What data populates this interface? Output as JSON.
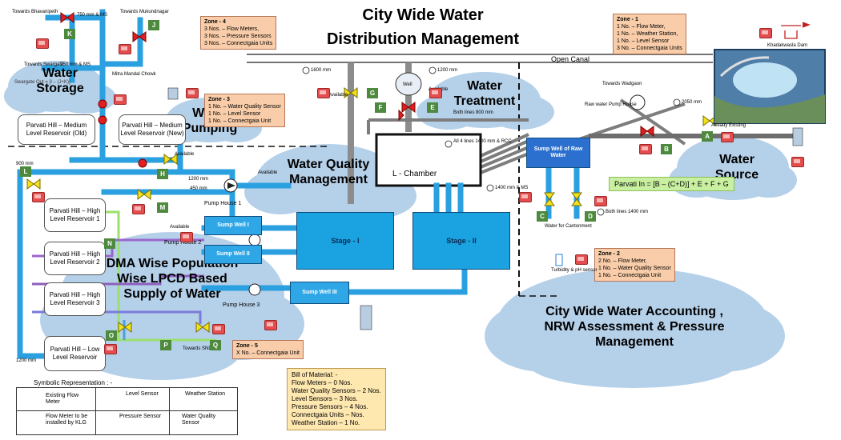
{
  "title": {
    "line1": "City Wide Water",
    "line2": "Distribution Management"
  },
  "clouds": {
    "water_storage": "Water Storage",
    "water_pumping": "Water Pumping",
    "water_treatment": "Water Treatment",
    "water_quality": "Water Quality Management",
    "water_source": "Water Source",
    "dma": "DMA Wise Population Wise LPCD Based Supply of Water",
    "accounting": "City Wide Water Accounting , NRW Assessment & Pressure Management"
  },
  "zones": {
    "zone4": {
      "title": "Zone - 4",
      "lines": [
        "3 Nos. – Flow Meters,",
        "3 Nos. – Pressure Sensors",
        "3 Nos. – Connectgaia Units"
      ]
    },
    "zone3": {
      "title": "Zone - 3",
      "lines": [
        "1 No. – Water Quality Sensor",
        "1 No. – Level Sensor",
        "1 No. – Connectgaia Unit"
      ]
    },
    "zone1": {
      "title": "Zone - 1",
      "lines": [
        "1 No. – Flow Meter,",
        "1 No. – Weather Station,",
        "1 No. – Level Sensor",
        "3 No. – Connectgaia Units"
      ]
    },
    "zone2": {
      "title": "Zone - 2",
      "lines": [
        "2 No. – Flow Meter,",
        "1 No. – Water Quality Sensor",
        "1 No. – Connectgaia Unit"
      ]
    },
    "zone5": {
      "title": "Zone - 5",
      "lines": [
        "X No. – Connectgaia Unit"
      ]
    }
  },
  "reservoirs": {
    "pv_old": "Parvati Hill – Medium Level Reservoir (Old)",
    "pv_new": "Parvati Hill – Medium Level Reservoir (New)",
    "hl1": "Parvati Hill – High Level Reservoir 1",
    "hl2": "Parvati Hill – High Level Reservoir 2",
    "hl3": "Parvati Hill – High Level Reservoir 3",
    "ll": "Parvati Hill – Low Level Reservoir"
  },
  "tanks": {
    "stage1": "Stage - I",
    "stage2": "Stage - II",
    "lchamber": "L - Chamber",
    "sump_raw": "Sump Well of Raw Water",
    "sump1": "Sump Well I",
    "sump2": "Sump Well II",
    "sump3": "Sump Well III"
  },
  "labels": {
    "open_canal": "Open Canal",
    "towards_bhavanipeth": "Towards Bhavanipeth",
    "towards_mukundnagar": "Towards Mukundnagar",
    "towards_swargate": "Towards Swargate",
    "swargate_out": "Swargate Out = [I – (J+K)]",
    "mitra_mandal": "Mitra Mandal Chowk",
    "d750": "750 mm & MS",
    "d750b": "750 mm & MS",
    "d900": "900 mm",
    "d1200": "1200 mm",
    "d450": "450 mm",
    "d1200b": "1200 mm",
    "d1600": "1600 mm",
    "d1200c": "1200 mm",
    "d2050": "2050 mm",
    "d1400": "1400 mm & MS",
    "d1400b": "1400 mm",
    "both_lines": "Both lines 800 mm",
    "both_lines2": "Both lines 1400 mm",
    "all4": "All 4 lines 1400 mm & RCC",
    "available": "Available",
    "available2": "Available",
    "available3": "Available",
    "available4": "Available",
    "available5": "Available",
    "already_existing": "Already Existing",
    "pump_house1": "Pump House 1",
    "pump_house2": "Pump House 2",
    "pump_house3": "Pump House 3",
    "towards_wadgaon": "Towards Wadgaon",
    "raw_pump": "Raw water Pump House",
    "well": "Well",
    "water_cantonment": "Water for Cantonment",
    "turbidity": "Turbidity & pH sensor",
    "towards_sndt": "Towards SNDT",
    "khadakwasla": "Khadakwasla Dam",
    "formula": "Parvati In = [B – (C+D)] + E + F + G"
  },
  "markers": [
    "K",
    "J",
    "L",
    "H",
    "M",
    "N",
    "O",
    "P",
    "Q",
    "G",
    "F",
    "E",
    "A",
    "B",
    "C",
    "D"
  ],
  "bom": {
    "title": "Bill of Material: -",
    "lines": [
      "Flow Meters – 0 Nos.",
      "Water Quality Sensors – 2 Nos.",
      "Level Sensors – 3 Nos.",
      "Pressure Sensors – 4 Nos.",
      "Connectgaia Units – Nos.",
      "Weather Station – 1 No."
    ]
  },
  "legend": {
    "title": "Symbolic Representation : -",
    "existing_flow": "Existing Flow Meter",
    "level_sensor": "Level Sensor",
    "weather_station": "Weather Station",
    "flow_klg": "Flow Meter to be installed by KLG",
    "pressure_sensor": "Pressure Sensor",
    "wq_sensor": "Water Quality Sensor"
  },
  "colors": {
    "pipe_blue": "#2aa0e0",
    "pipe_grey": "#8c8c8c",
    "cloud": "#a9c8e6",
    "tank": "#1aa3e0",
    "zone_fill": "#f9cda9",
    "marker_green": "#4d8a3e",
    "valve_yellow": "#f3e21a",
    "valve_red": "#e02020"
  }
}
